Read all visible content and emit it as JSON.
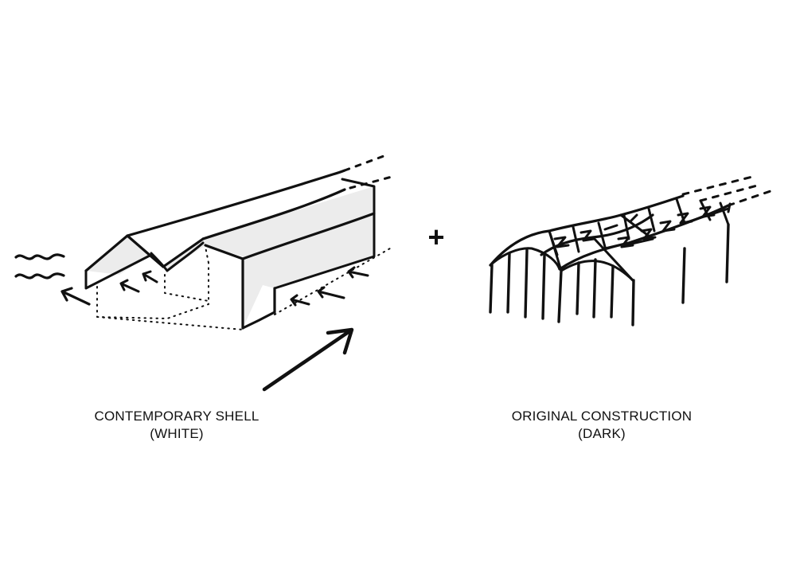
{
  "diagram": {
    "operator_symbol": "+",
    "left_panel": {
      "caption_line1": "CONTEMPORARY SHELL",
      "caption_line2": "(WHITE)"
    },
    "right_panel": {
      "caption_line1": "ORIGINAL CONSTRUCTION",
      "caption_line2": "(DARK)"
    }
  },
  "colors": {
    "ink": "#111111",
    "shell_fill": "#ececec",
    "background": "#ffffff"
  }
}
